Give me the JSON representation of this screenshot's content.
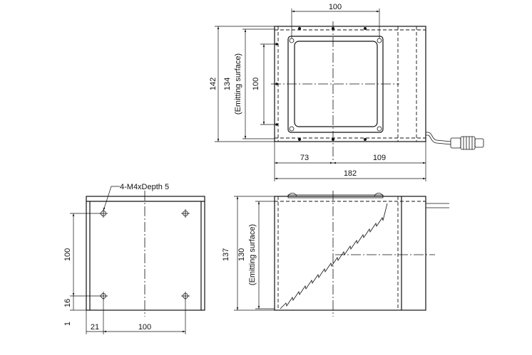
{
  "top_view": {
    "dim_top": "100",
    "dim_overall_height": "142",
    "dim_emitting_height": "134",
    "dim_emitting_sub": "(Emitting surface)",
    "dim_inner": "100",
    "dim_left": "73",
    "dim_right": "109",
    "dim_width": "182"
  },
  "front_view": {
    "hole_callout": "4-M4xDepth 5",
    "dim_hole_spacing_v": "100",
    "dim_bottom_offset": "16",
    "dim_base": "1",
    "dim_left_offset": "21",
    "dim_hole_spacing_h": "100"
  },
  "side_view": {
    "dim_height": "137",
    "dim_emitting_height": "130",
    "dim_emitting_sub": "(Emitting surface)"
  }
}
